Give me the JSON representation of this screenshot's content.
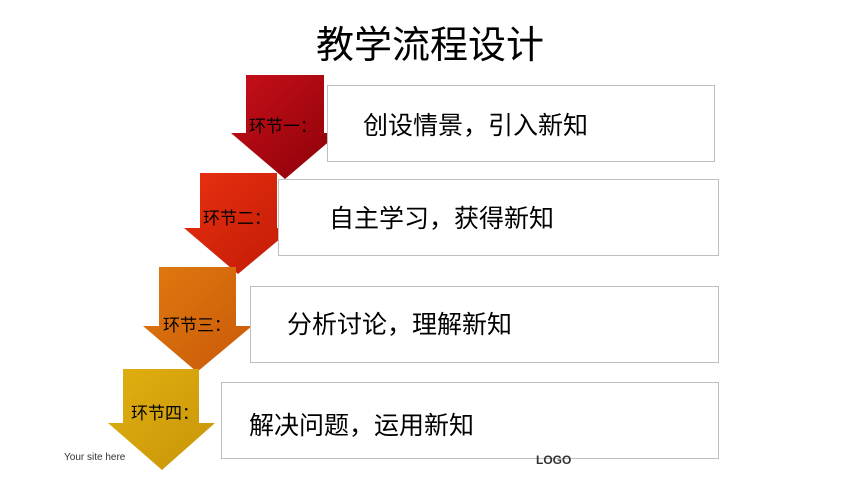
{
  "title": "教学流程设计",
  "steps": [
    {
      "label": "环节一：",
      "text": "创设情景，引入新知",
      "color": "#b0000f"
    },
    {
      "label": "环节二：",
      "text": "自主学习，获得新知",
      "color": "#d42a0a"
    },
    {
      "label": "环节三：",
      "text": "分析讨论，理解新知",
      "color": "#d86a0a"
    },
    {
      "label": "环节四：",
      "text": "解决问题，运用新知",
      "color": "#d4a40a"
    }
  ],
  "footer": {
    "site": "Your site here",
    "logo": "LOGO"
  }
}
